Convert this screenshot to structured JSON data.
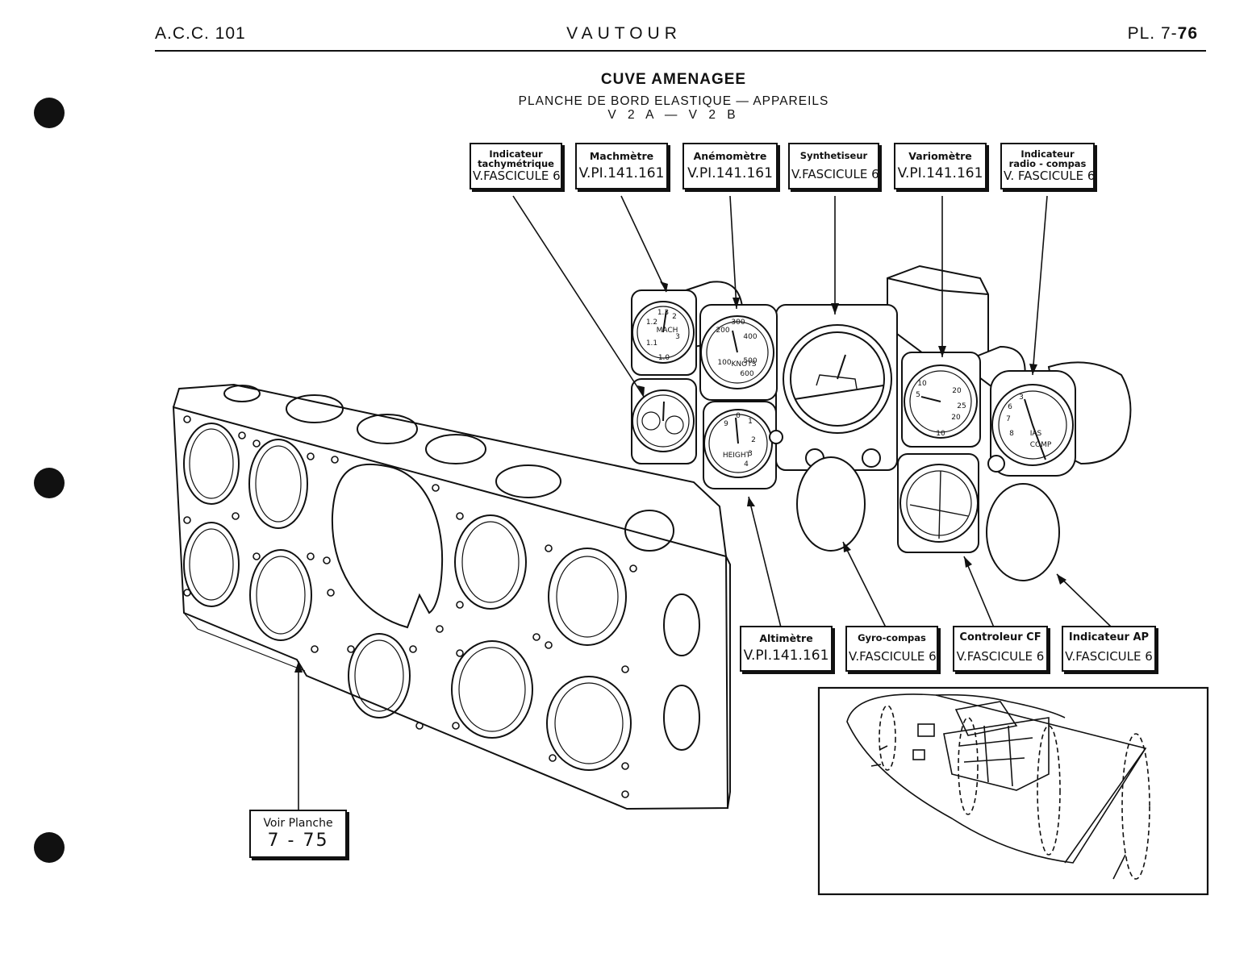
{
  "header": {
    "doc_ref": "A.C.C. 101",
    "aircraft": "VAUTOUR",
    "plate_prefix": "PL. 7-",
    "plate_number": "76"
  },
  "title": "CUVE AMENAGEE",
  "subtitle": "PLANCHE DE BORD ELASTIQUE — APPAREILS",
  "version": "V 2 A — V 2 B",
  "callouts": [
    {
      "id": "tachy",
      "name_lines": [
        "Indicateur",
        "tachymétrique"
      ],
      "ref": "V.FASCICULE 6"
    },
    {
      "id": "mach",
      "name_lines": [
        "Machmètre"
      ],
      "ref": "V.PI.141.161"
    },
    {
      "id": "anemo",
      "name_lines": [
        "Anémomètre"
      ],
      "ref": "V.PI.141.161"
    },
    {
      "id": "synth",
      "name_lines": [
        "Synthetiseur"
      ],
      "ref": "V.FASCICULE 6"
    },
    {
      "id": "vario",
      "name_lines": [
        "Variomètre"
      ],
      "ref": "V.PI.141.161"
    },
    {
      "id": "radio",
      "name_lines": [
        "Indicateur",
        "radio - compas"
      ],
      "ref": "V. FASCICULE 6"
    },
    {
      "id": "alti",
      "name_lines": [
        "Altimètre"
      ],
      "ref": "V.PI.141.161"
    },
    {
      "id": "gyro",
      "name_lines": [
        "Gyro-compas"
      ],
      "ref": "V.FASCICULE 6"
    },
    {
      "id": "ctrl",
      "name_lines": [
        "Controleur CF"
      ],
      "ref": "V.FASCICULE 6"
    },
    {
      "id": "ap",
      "name_lines": [
        "Indicateur AP"
      ],
      "ref": "V.FASCICULE 6"
    },
    {
      "id": "voir",
      "name_lines": [
        "Voir Planche"
      ],
      "ref": "7 - 75"
    }
  ],
  "gauge_marks": {
    "mach": [
      "1.3",
      "1.2",
      "MACH",
      "1.1",
      "1.0",
      "2",
      "3"
    ],
    "anemo": [
      "200",
      "300",
      "400",
      "500",
      "600",
      "100",
      "KNOTS"
    ],
    "alti": [
      "9",
      "0",
      "1",
      "2",
      "3",
      "4",
      "HEIGHT"
    ],
    "vario": [
      "10",
      "5",
      "20",
      "25",
      "20",
      "10"
    ],
    "radio": [
      "3",
      "6",
      "7",
      "8",
      "IAS",
      "COMP"
    ]
  },
  "colors": {
    "ink": "#111111",
    "paper": "#ffffff"
  }
}
